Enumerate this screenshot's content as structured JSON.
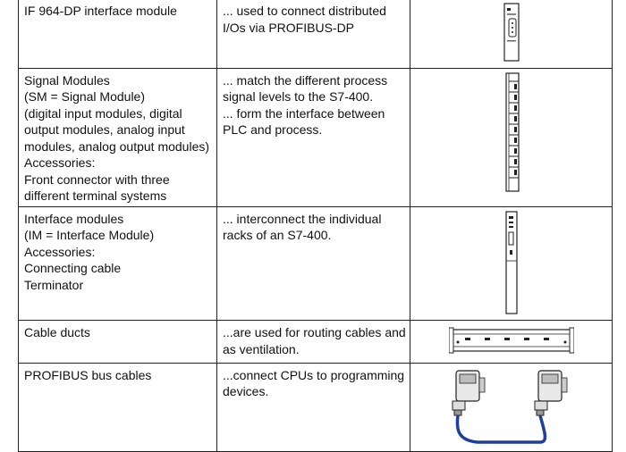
{
  "rows": [
    {
      "component": [
        "IF 964-DP interface module"
      ],
      "function": [
        "... used to connect distributed",
        "I/Os via PROFIBUS-DP"
      ],
      "image_icon": "interface-module-if964-icon"
    },
    {
      "component": [
        "Signal Modules",
        "(SM = Signal Module)",
        "(digital input modules, digital",
        "output modules, analog input",
        "modules, analog output modules)",
        "Accessories:",
        "Front connector with three",
        "different terminal systems"
      ],
      "function": [
        "... match the different process",
        "signal levels to the S7-400.",
        "... form the interface between",
        "PLC and process."
      ],
      "image_icon": "signal-module-icon"
    },
    {
      "component": [
        "Interface modules",
        "(IM = Interface Module)",
        "Accessories:",
        "Connecting cable",
        "Terminator"
      ],
      "function": [
        "... interconnect the individual",
        "racks of an S7-400."
      ],
      "image_icon": "interface-module-im-icon"
    },
    {
      "component": [
        "Cable ducts"
      ],
      "function": [
        "...are used for routing cables and",
        "as ventilation."
      ],
      "image_icon": "cable-duct-icon"
    },
    {
      "component": [
        "PROFIBUS bus cables"
      ],
      "function": [
        "...connect CPUs to programming",
        "devices."
      ],
      "image_icon": "profibus-cable-icon"
    }
  ],
  "colors": {
    "border": "#222222",
    "cable": "#1f3f9e",
    "text": "#111111"
  }
}
